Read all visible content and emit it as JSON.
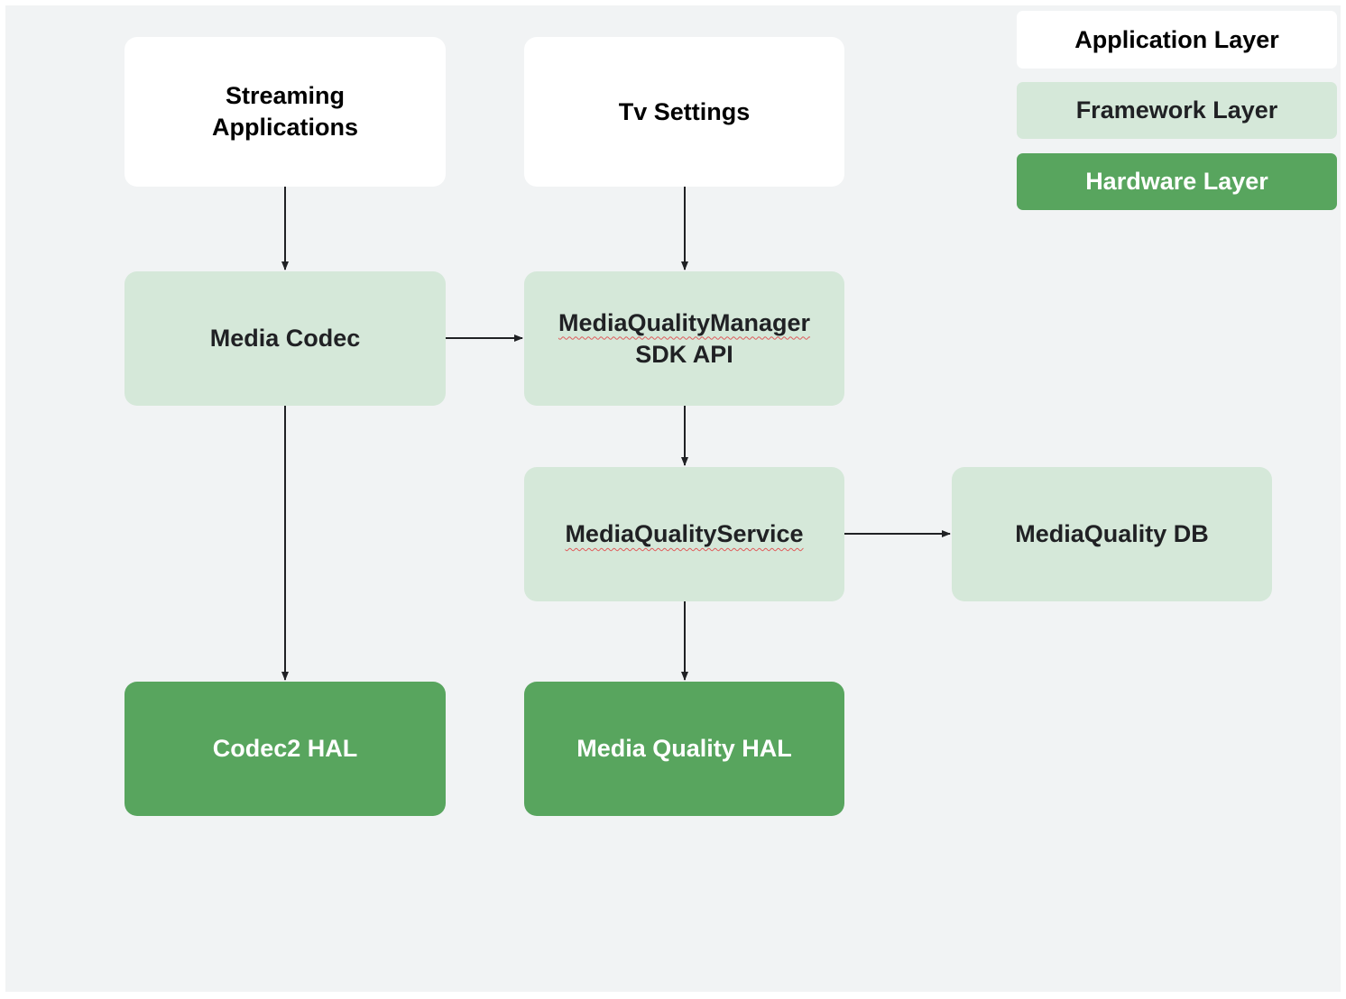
{
  "legend": {
    "application": "Application Layer",
    "framework": "Framework Layer",
    "hardware": "Hardware Layer"
  },
  "nodes": {
    "streaming_apps": {
      "line1": "Streaming",
      "line2": "Applications"
    },
    "tv_settings": "Tv Settings",
    "media_codec": "Media Codec",
    "mqm_sdk": {
      "line1": "MediaQualityManager",
      "line2": "SDK API"
    },
    "mq_service": "MediaQualityService",
    "mq_db": "MediaQuality DB",
    "codec2_hal": "Codec2 HAL",
    "mq_hal": "Media Quality HAL"
  },
  "colors": {
    "application_layer": "#ffffff",
    "framework_layer": "#d5e8d9",
    "hardware_layer": "#58a55e",
    "background": "#f1f3f4",
    "arrow": "#202124"
  }
}
